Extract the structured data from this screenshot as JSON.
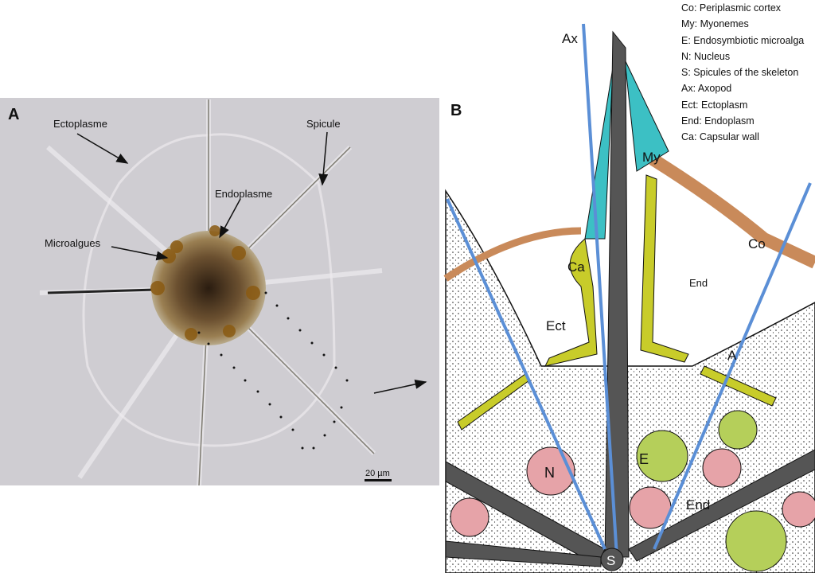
{
  "panel_a": {
    "letter": "A",
    "labels": {
      "ectoplasm": "Ectoplasme",
      "spicule": "Spicule",
      "endoplasm": "Endoplasme",
      "microalgae": "Microalgues"
    },
    "scale_bar": "20 µm"
  },
  "panel_b": {
    "letter": "B",
    "labels": {
      "ax": "Ax",
      "my": "My",
      "co": "Co",
      "ca": "Ca",
      "end_top": "End",
      "ect": "Ect",
      "a": "A",
      "e": "E",
      "n": "N",
      "end_bottom": "End",
      "s": "S"
    },
    "colors": {
      "myonemes": "#3cc0c4",
      "cortex": "#c98a5a",
      "capsular_wall": "#c8cc2a",
      "endosymbiont": "#b5cf5a",
      "nucleus": "#e6a3a8",
      "axopod": "#5b8fd6",
      "spicule": "#555555"
    }
  },
  "legend": [
    "Co: Periplasmic cortex",
    "My: Myonemes",
    "E: Endosymbiotic microalga",
    "N: Nucleus",
    "S: Spicules of the skeleton",
    "Ax: Axopod",
    "Ect: Ectoplasm",
    "End: Endoplasm",
    "Ca: Capsular wall"
  ]
}
